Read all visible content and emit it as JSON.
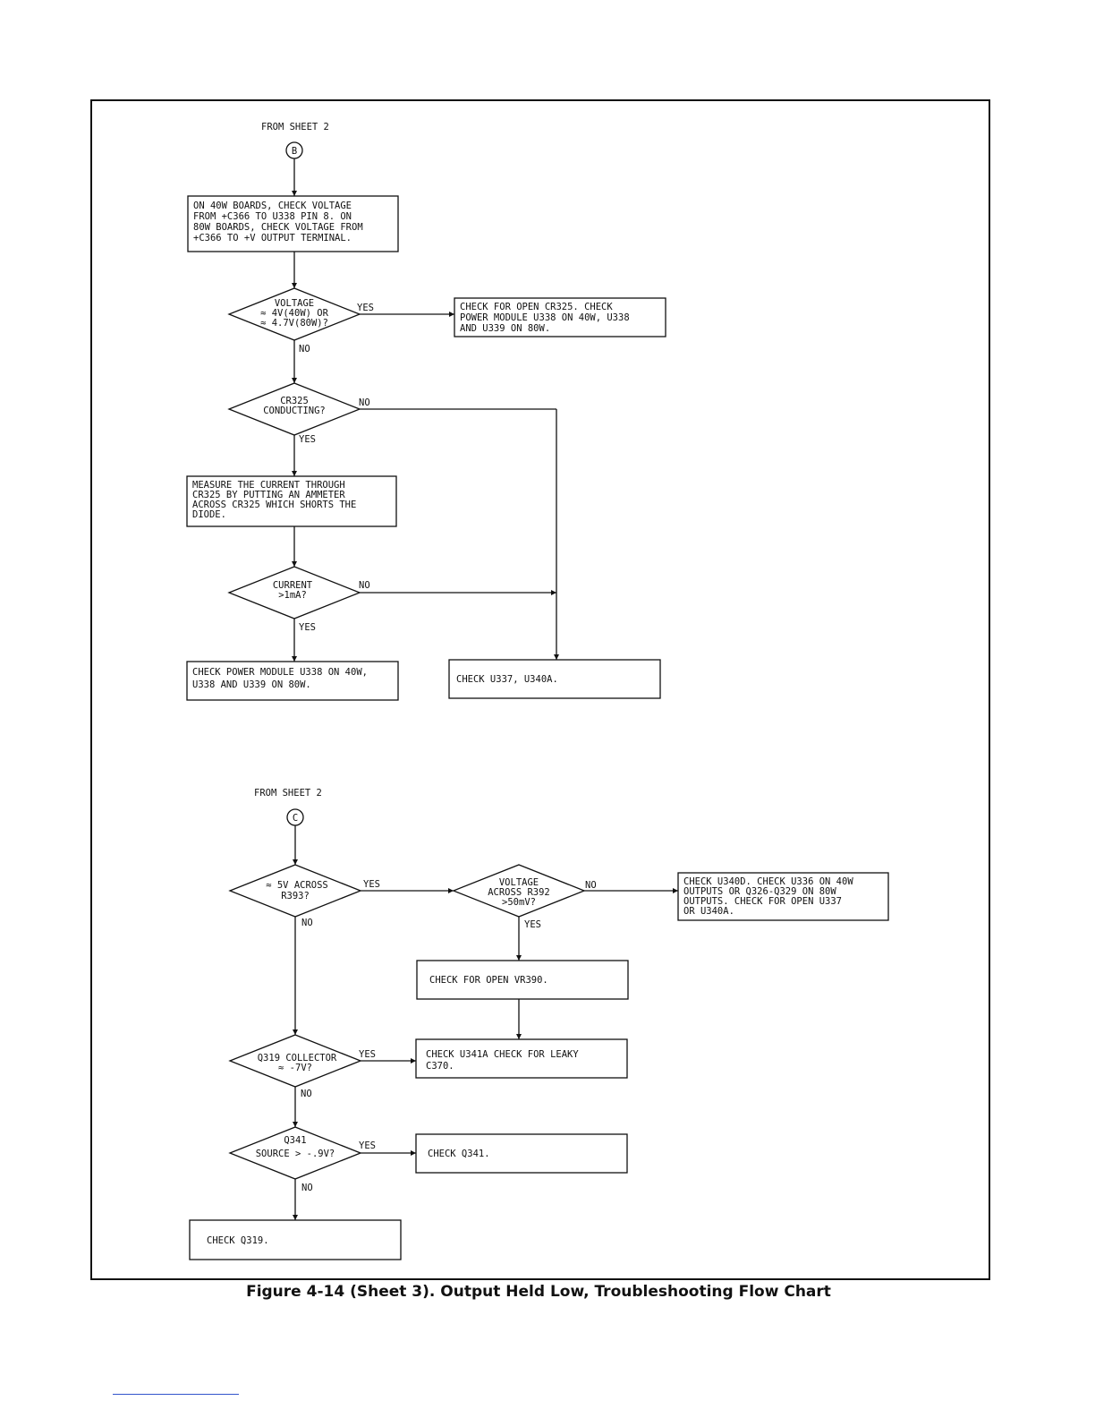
{
  "caption": "Figure 4-14 (Sheet 3). Output Held Low, Troubleshooting Flow Chart",
  "section_b": {
    "from_label": "FROM SHEET 2",
    "connector": "B",
    "box_check_voltage": [
      "ON 40W BOARDS, CHECK VOLTAGE",
      "FROM +C366 TO U338 PIN 8. ON",
      "80W BOARDS, CHECK VOLTAGE FROM",
      "+C366 TO +V OUTPUT TERMINAL."
    ],
    "decision_voltage": [
      "VOLTAGE",
      "≈ 4V(40W) OR",
      "≈ 4.7V(80W)?"
    ],
    "decision_voltage_yes": "YES",
    "decision_voltage_no": "NO",
    "box_check_open_cr325": [
      "CHECK FOR OPEN CR325. CHECK",
      "POWER MODULE U338 ON 40W, U338",
      "AND U339 ON 80W."
    ],
    "decision_cr325": [
      "CR325",
      "CONDUCTING?"
    ],
    "decision_cr325_no": "NO",
    "decision_cr325_yes": "YES",
    "box_measure_current": [
      "MEASURE THE CURRENT THROUGH",
      "CR325 BY PUTTING AN AMMETER",
      "ACROSS CR325 WHICH SHORTS THE",
      "DIODE."
    ],
    "decision_current": [
      "CURRENT",
      ">1mA?"
    ],
    "decision_current_no": "NO",
    "decision_current_yes": "YES",
    "box_check_power_module": [
      "CHECK POWER MODULE U338 ON 40W,",
      "U338 AND U339 ON 80W."
    ],
    "box_check_u337": [
      "CHECK U337, U340A."
    ]
  },
  "section_c": {
    "from_label": "FROM SHEET 2",
    "connector": "C",
    "decision_5v": [
      "≈ 5V ACROSS",
      "R393?"
    ],
    "decision_5v_yes": "YES",
    "decision_5v_no": "NO",
    "decision_r392": [
      "VOLTAGE",
      "ACROSS R392",
      ">50mV?"
    ],
    "decision_r392_no": "NO",
    "decision_r392_yes": "YES",
    "box_check_u340d": [
      "CHECK U340D. CHECK U336 ON 40W",
      "OUTPUTS OR Q326-Q329 ON 80W",
      "OUTPUTS. CHECK FOR OPEN U337",
      "OR U340A."
    ],
    "box_check_vr390": [
      "CHECK FOR OPEN VR390."
    ],
    "decision_q319": [
      "Q319 COLLECTOR",
      "≈ -7V?"
    ],
    "decision_q319_yes": "YES",
    "decision_q319_no": "NO",
    "box_check_u341a": [
      "CHECK U341A CHECK FOR LEAKY",
      "C370."
    ],
    "decision_q341": [
      "Q341",
      "SOURCE > -.9V?"
    ],
    "decision_q341_yes": "YES",
    "decision_q341_no": "NO",
    "box_check_q341": [
      "CHECK Q341."
    ],
    "box_check_q319": [
      "CHECK Q319."
    ]
  }
}
